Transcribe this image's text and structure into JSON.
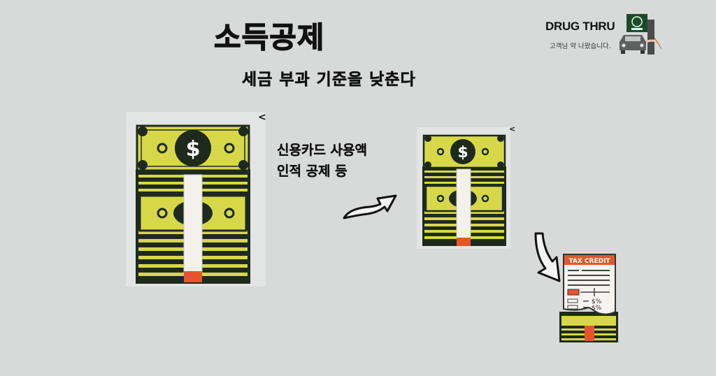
{
  "title": "소득공제",
  "subtitle": "세금 부과 기준을 낮춘다",
  "description": {
    "line1": "신용카드 사용액",
    "line2": "인적 공제 등"
  },
  "brand": {
    "name": "DRUG THRU",
    "tagline": "고객님 약 나왔습니다."
  },
  "tax_document": {
    "header": "TAX CREDIT",
    "amount1": "$%",
    "amount2": "$%"
  },
  "icons": {
    "dollar": "$"
  },
  "colors": {
    "background": "#d8dad9",
    "bill_yellow": "#d6d84a",
    "bill_dark": "#1f2a1e",
    "band_orange": "#e8542a",
    "doc_header": "#e05a2b"
  }
}
